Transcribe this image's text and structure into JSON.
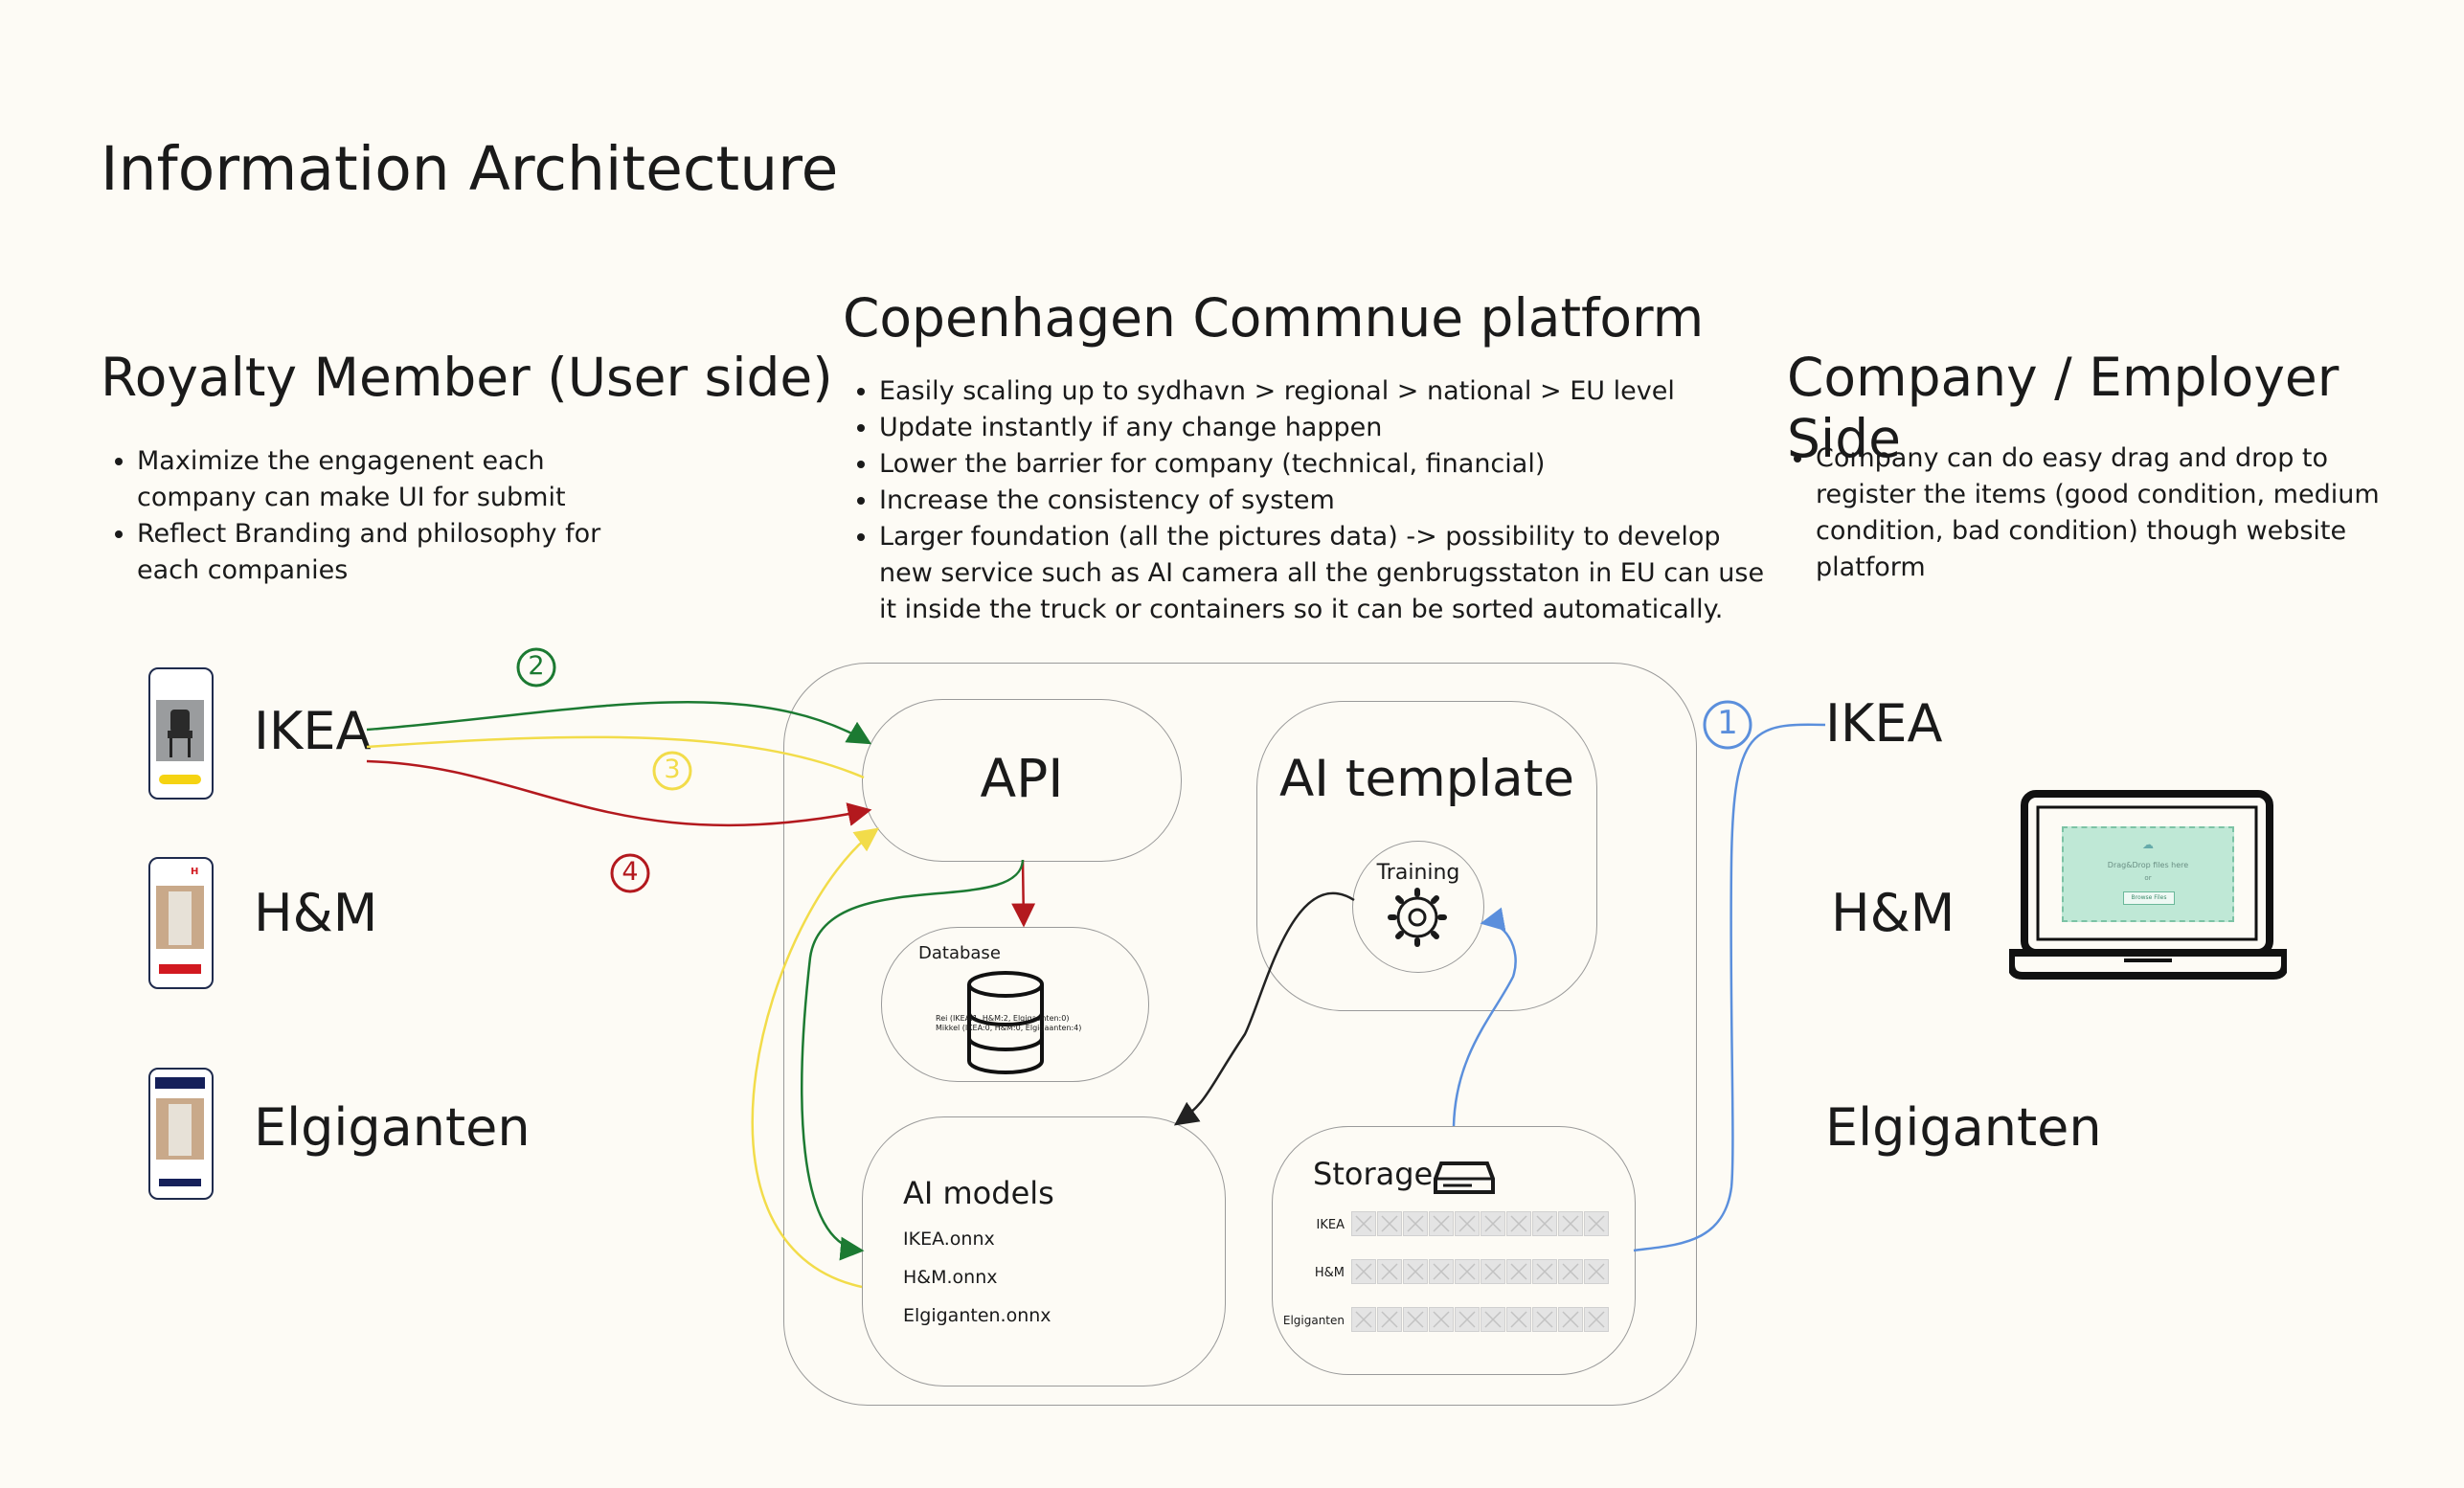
{
  "title": "Information Architecture",
  "left": {
    "heading": "Royalty Member (User side)",
    "bullets": [
      "Maximize the engagenent each company can make UI for submit",
      "Reflect Branding and philosophy for each companies"
    ],
    "companies": [
      "IKEA",
      "H&M",
      "Elgiganten"
    ]
  },
  "center": {
    "heading": "Copenhagen Commnue platform",
    "bullets": [
      "Easily scaling up to sydhavn > regional > national > EU level",
      "Update instantly if any change happen",
      "Lower the barrier for company (technical, financial)",
      "Increase the consistency of system",
      "Larger foundation (all the pictures data) -> possibility to develop new service such as AI camera all the genbrugsstaton in EU can use it inside the truck or containers so it can be sorted automatically."
    ],
    "api": "API",
    "ai_template": "AI template",
    "training": "Training",
    "database": {
      "label": "Database",
      "line1": "Rei (IKEA:1, H&M:2, Elgigaanten:0)",
      "line2": "Mikkel (IKEA:0, H&M:0, Elgigaanten:4)"
    },
    "ai_models": {
      "label": "AI models",
      "files": [
        "IKEA.onnx",
        "H&M.onnx",
        "Elgiganten.onnx"
      ]
    },
    "storage": {
      "label": "Storage",
      "rows": [
        "IKEA",
        "H&M",
        "Elgiganten"
      ]
    }
  },
  "right": {
    "heading": "Company / Employer Side",
    "bullets": [
      "Company can do easy drag and drop to register the items (good condition, medium condition, bad condition)  though website platform"
    ],
    "companies": [
      "IKEA",
      "H&M",
      "Elgiganten"
    ],
    "laptop": {
      "drop_text": "Drag&Drop files here",
      "or": "or",
      "button": "Browse Files"
    }
  },
  "steps": [
    "①",
    "②",
    "③",
    "④"
  ],
  "colors": {
    "green": "#1c7a32",
    "yellow": "#f2dc4a",
    "red": "#b3191e",
    "blue": "#5b8fdc",
    "black": "#222222",
    "box_border": "#9a9a9a",
    "ikea_yellow": "#f5d312",
    "hm_red": "#d21920",
    "elg_navy": "#15205a"
  }
}
